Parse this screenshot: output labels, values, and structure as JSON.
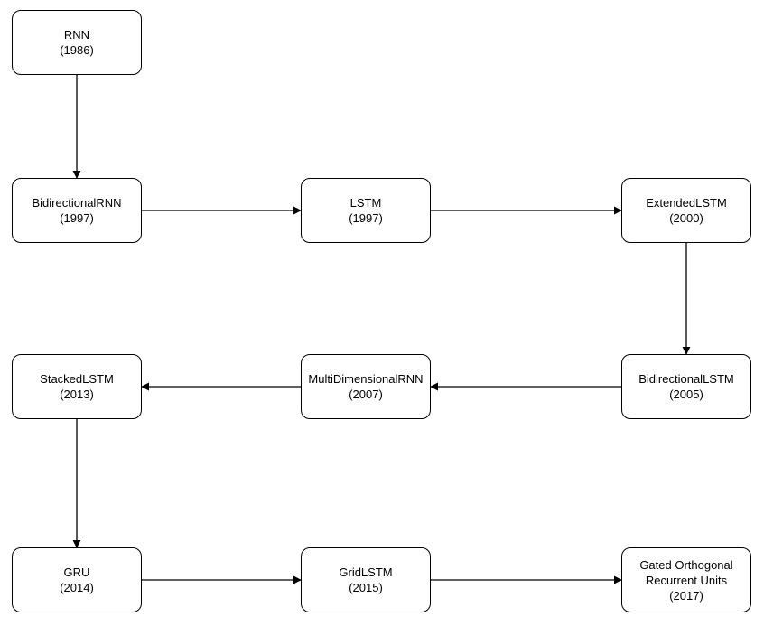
{
  "nodes": [
    {
      "id": "rnn",
      "lines": [
        "RNN",
        "(1986)"
      ]
    },
    {
      "id": "bidirectional-rnn",
      "lines": [
        "BidirectionalRNN",
        "(1997)"
      ]
    },
    {
      "id": "lstm",
      "lines": [
        "LSTM",
        "(1997)"
      ]
    },
    {
      "id": "extended-lstm",
      "lines": [
        "ExtendedLSTM",
        "(2000)"
      ]
    },
    {
      "id": "bidirectional-lstm",
      "lines": [
        "BidirectionalLSTM",
        "(2005)"
      ]
    },
    {
      "id": "multidimensional-rnn",
      "lines": [
        "MultiDimensionalRNN",
        "(2007)"
      ]
    },
    {
      "id": "stacked-lstm",
      "lines": [
        "StackedLSTM",
        "(2013)"
      ]
    },
    {
      "id": "gru",
      "lines": [
        "GRU",
        "(2014)"
      ]
    },
    {
      "id": "grid-lstm",
      "lines": [
        "GridLSTM",
        "(2015)"
      ]
    },
    {
      "id": "gated-orthogonal-recurrent-units",
      "lines": [
        "Gated Orthogonal",
        "Recurrent Units",
        "(2017)"
      ]
    }
  ],
  "edges": [
    {
      "from": "rnn",
      "to": "bidirectional-rnn"
    },
    {
      "from": "bidirectional-rnn",
      "to": "lstm"
    },
    {
      "from": "lstm",
      "to": "extended-lstm"
    },
    {
      "from": "extended-lstm",
      "to": "bidirectional-lstm"
    },
    {
      "from": "bidirectional-lstm",
      "to": "multidimensional-rnn"
    },
    {
      "from": "multidimensional-rnn",
      "to": "stacked-lstm"
    },
    {
      "from": "stacked-lstm",
      "to": "gru"
    },
    {
      "from": "gru",
      "to": "grid-lstm"
    },
    {
      "from": "grid-lstm",
      "to": "gated-orthogonal-recurrent-units"
    }
  ]
}
